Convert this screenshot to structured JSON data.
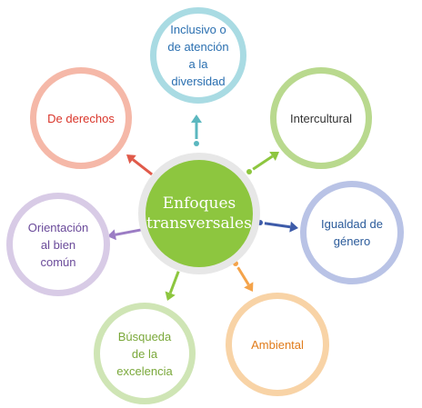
{
  "center": {
    "title": "Enfoques transversales",
    "color": "#8dc63f"
  },
  "nodes": [
    {
      "id": "inclusivo",
      "label": "Inclusivo o de atención a la diversidad",
      "ring_color": "#a9dbe3",
      "text_color": "#2a6fb0",
      "arrow_color": "#5bb7bf"
    },
    {
      "id": "intercultural",
      "label": "Intercultural",
      "ring_color": "#b9d98e",
      "text_color": "#333333",
      "arrow_color": "#8dc63f"
    },
    {
      "id": "igualdad",
      "label": "Igualdad de género",
      "ring_color": "#b9c3e6",
      "text_color": "#2a5a9a",
      "arrow_color": "#3d5ba9"
    },
    {
      "id": "ambiental",
      "label": "Ambiental",
      "ring_color": "#f8d3a6",
      "text_color": "#e07b1a",
      "arrow_color": "#f4a34a"
    },
    {
      "id": "busqueda",
      "label": "Búsqueda de la excelencia",
      "ring_color": "#cfe5b5",
      "text_color": "#7aa83a",
      "arrow_color": "#8dc63f"
    },
    {
      "id": "orientacion",
      "label": "Orientación al bien común",
      "ring_color": "#d8cbe6",
      "text_color": "#6a4a9a",
      "arrow_color": "#9b7cc4"
    },
    {
      "id": "derechos",
      "label": "De derechos",
      "ring_color": "#f5b8a8",
      "text_color": "#d9352a",
      "arrow_color": "#e05a4a"
    }
  ]
}
